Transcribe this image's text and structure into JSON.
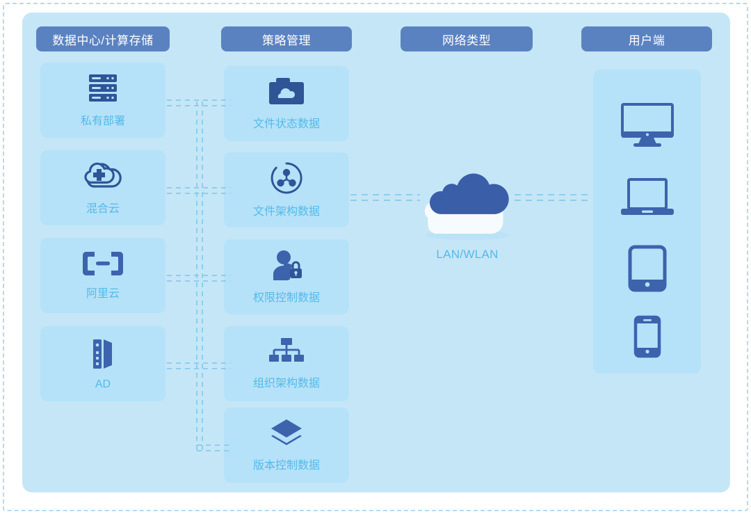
{
  "diagram": {
    "title_headers": [
      {
        "id": "datacenter",
        "label": "数据中心/计算存储"
      },
      {
        "id": "policy",
        "label": "策略管理"
      },
      {
        "id": "network",
        "label": "网络类型"
      },
      {
        "id": "client",
        "label": "用户端"
      }
    ],
    "columns": {
      "datacenter": {
        "items": [
          {
            "label": "私有部署",
            "icon": "server-rack-icon"
          },
          {
            "label": "混合云",
            "icon": "hybrid-cloud-plus-icon"
          },
          {
            "label": "阿里云",
            "icon": "aliyun-logo-icon"
          },
          {
            "label": "AD",
            "icon": "ad-server-tower-icon"
          }
        ]
      },
      "policy": {
        "items": [
          {
            "label": "文件状态数据",
            "icon": "folder-cloud-icon"
          },
          {
            "label": "文件架构数据",
            "icon": "share-nodes-circle-icon"
          },
          {
            "label": "权限控制数据",
            "icon": "user-lock-icon"
          },
          {
            "label": "组织架构数据",
            "icon": "org-chart-icon"
          },
          {
            "label": "版本控制数据",
            "icon": "layers-stack-icon"
          }
        ]
      },
      "network": {
        "cloud_label": "LAN/WLAN",
        "icon": "cloud-3d-icon"
      },
      "client": {
        "devices": [
          {
            "name": "desktop",
            "icon": "desktop-monitor-icon"
          },
          {
            "name": "laptop",
            "icon": "laptop-icon"
          },
          {
            "name": "tablet",
            "icon": "tablet-icon"
          },
          {
            "name": "phone",
            "icon": "smartphone-icon"
          }
        ]
      }
    },
    "colors": {
      "page_background": "#ffffff",
      "panel_background": "#c5e6f7",
      "card_background": "#b5e2f8",
      "header_background": "#5b82c0",
      "header_text": "#ffffff",
      "label_text": "#56b9e8",
      "icon_dark_blue": "#2f5597",
      "icon_blue": "#3d63ad",
      "cloud_top": "#3a5fa8",
      "cloud_base": "#eef6fb",
      "connector_dash": "#8fcdec",
      "outer_border_dash": "#aedcf2"
    }
  }
}
